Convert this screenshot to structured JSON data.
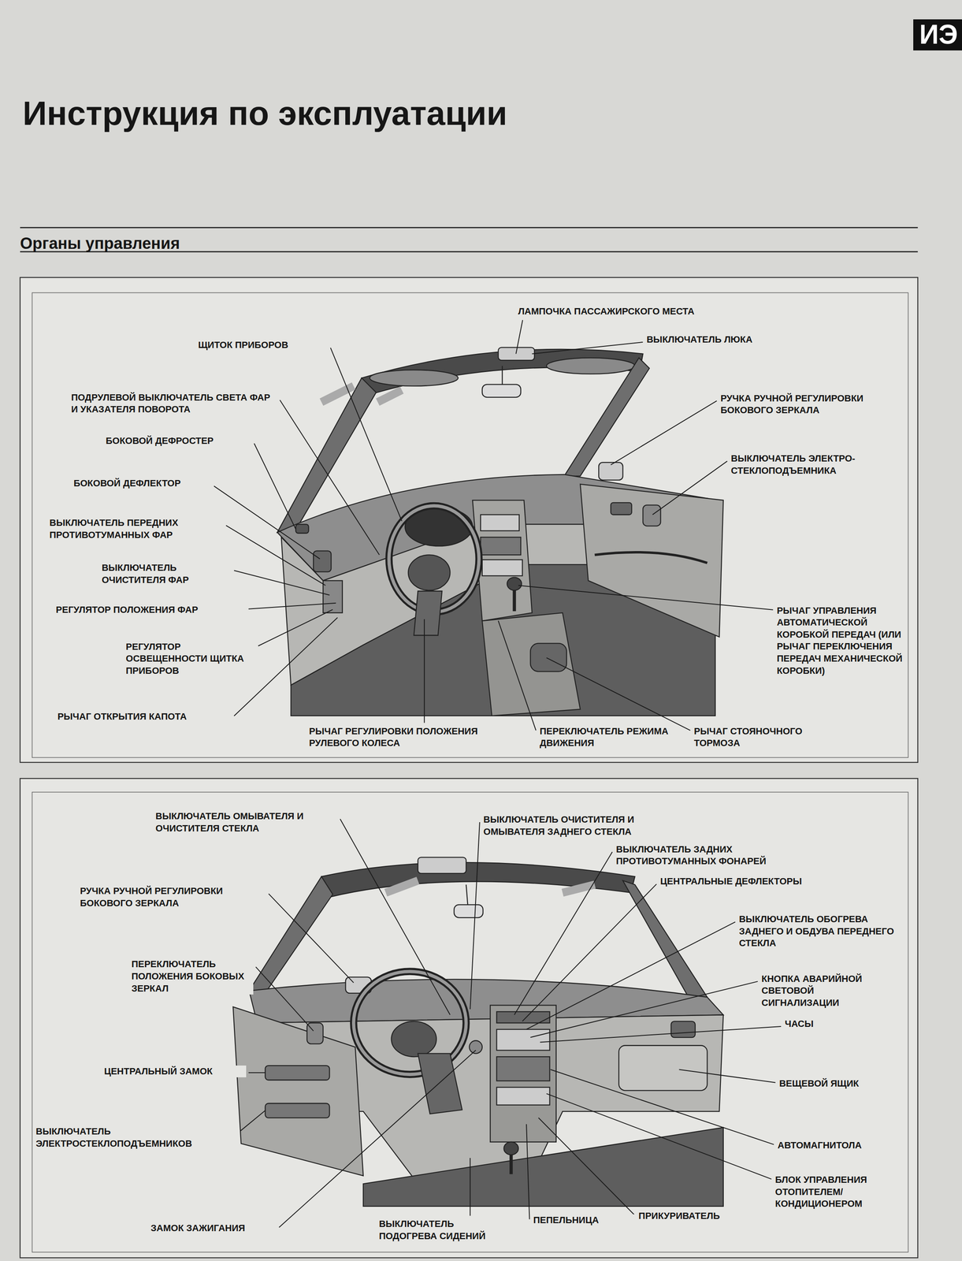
{
  "diagram": {
    "title": "Инструкция по эксплуатации",
    "nodes": [
      {
        "text": [
          "ИЭ"
        ]
      }
    ],
    "labels": [
      "Органы управления",
      "ЛАМПОЧКА ПАССАЖИРСКОГО МЕСТА",
      "ВЫКЛЮЧАТЕЛЬ ЛЮКА",
      "ЩИТОК ПРИБОРОВ",
      "ПОДРУЛЕВОЙ ВЫКЛЮЧАТЕЛЬ СВЕТА ФАР И УКАЗАТЕЛЯ ПОВОРОТА",
      "РУЧКА РУЧНОЙ РЕГУЛИРОВКИ БОКОВОГО ЗЕРКАЛА",
      "БОКОВОЙ ДЕФРОСТЕР",
      "ВЫКЛЮЧАТЕЛЬ ЭЛЕКТРО- СТЕКЛОПОДЪЕМНИКА",
      "БОКОВОЙ ДЕФЛЕКТОР",
      "ВЫКЛЮЧАТЕЛЬ ПЕРЕДНИХ ПРОТИВОТУМАННЫХ ФАР",
      "ВЫКЛЮЧАТЕЛЬ ОЧИСТИТЕЛЯ ФАР",
      "РЕГУЛЯТОР ПОЛОЖЕНИЯ ФАР",
      "РЫЧАГ УПРАВЛЕНИЯ АВТОМАТИЧЕСКОЙ КОРОБКОЙ ПЕРЕДАЧ (ИЛИ РЫЧАГ ПЕРЕКЛЮЧЕНИЯ ПЕРЕДАЧ МЕХАНИЧЕСКОЙ КОРОБКИ)",
      "РЕГУЛЯТОР ОСВЕЩЕННОСТИ ЩИТКА ПРИБОРОВ",
      "РЫЧАГ ОТКРЫТИЯ КАПОТА",
      "РЫЧАГ РЕГУЛИРОВКИ ПОЛОЖЕНИЯ РУЛЕВОГО КОЛЕСА",
      "ПЕРЕКЛЮЧАТЕЛЬ РЕЖИМА ДВИЖЕНИЯ",
      "РЫЧАГ СТОЯНОЧНОГО ТОРМОЗА",
      "ВЫКЛЮЧАТЕЛЬ ОМЫВАТЕЛЯ И ОЧИСТИТЕЛЯ СТЕКЛА",
      "ВЫКЛЮЧАТЕЛЬ ОЧИСТИТЕЛЯ И ОМЫВАТЕЛЯ ЗАДНЕГО СТЕКЛА",
      "ВЫКЛЮЧАТЕЛЬ ЗАДНИХ ПРОТИВОТУМАННЫХ ФОНАРЕЙ",
      "ЦЕНТРАЛЬНЫЕ ДЕФЛЕКТОРЫ",
      "РУЧКА РУЧНОЙ РЕГУЛИРОВКИ БОКОВОГО ЗЕРКАЛА",
      "ВЫКЛЮЧАТЕЛЬ ОБОГРЕВА ЗАДНЕГО И ОБДУВА ПЕРЕДНЕГО СТЕКЛА",
      "ПЕРЕКЛЮЧАТЕЛЬ ПОЛОЖЕНИЯ БОКОВЫХ ЗЕРКАЛ",
      "КНОПКА АВАРИЙНОЙ СВЕТОВОЙ СИГНАЛИЗАЦИИ",
      "ЧАСЫ",
      "ЦЕНТРАЛЬНЫЙ ЗАМОК",
      "ВЕЩЕВОЙ ЯЩИК",
      "ВЫКЛЮЧАТЕЛЬ ЭЛЕКТРОСТЕКЛОПОДЪЕМНИКОВ",
      "АВТОМАГНИТОЛА",
      "БЛОК УПРАВЛЕНИЯ ОТОПИТЕЛЕМ/ КОНДИЦИОНЕРОМ",
      "ЗАМОК ЗАЖИГАНИЯ",
      "ВЫКЛЮЧАТЕЛЬ ПОДОГРЕВА СИДЕНИЙ",
      "ПЕПЕЛЬНИЦА",
      "ПРИКУРИВАТЕЛЬ"
    ]
  }
}
